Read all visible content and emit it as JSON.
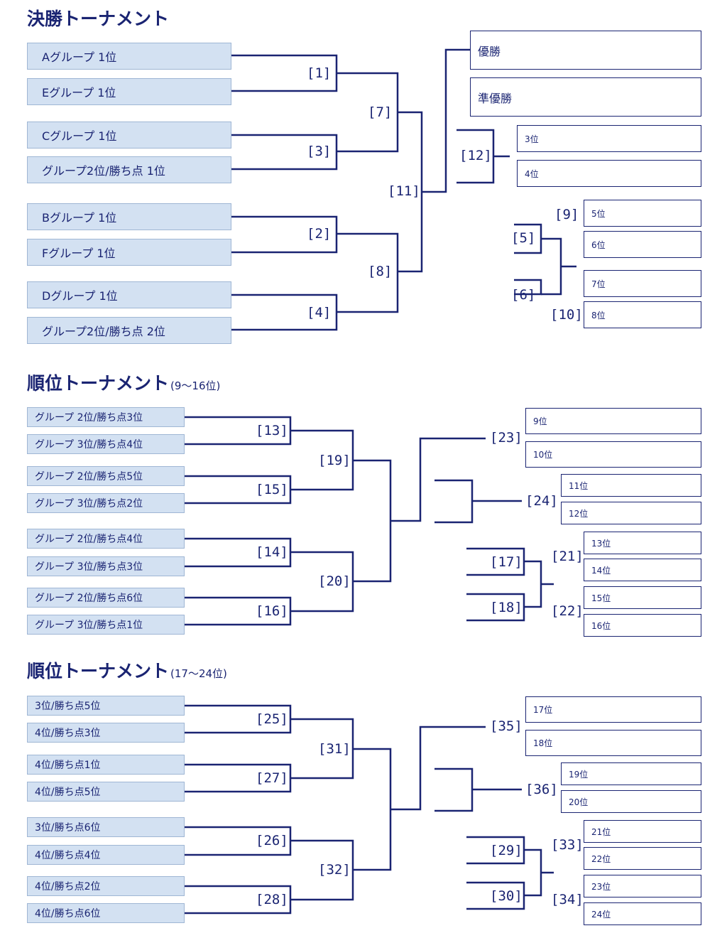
{
  "sections": {
    "final": {
      "title": "決勝トーナメント",
      "note": ""
    },
    "mid": {
      "title": "順位トーナメント",
      "note": "(9〜16位)"
    },
    "low": {
      "title": "順位トーナメント",
      "note": "(17〜24位)"
    }
  },
  "final_teams": [
    "Aグループ 1位",
    "Eグループ 1位",
    "Cグループ 1位",
    "グループ2位/勝ち点 1位",
    "Bグループ 1位",
    "Fグループ 1位",
    "Dグループ 1位",
    "グループ2位/勝ち点 2位"
  ],
  "final_places": [
    "優勝",
    "準優勝",
    "3位",
    "4位",
    "5位",
    "6位",
    "7位",
    "8位"
  ],
  "final_matches": [
    "[1]",
    "[3]",
    "[2]",
    "[4]",
    "[7]",
    "[8]",
    "[11]",
    "[12]",
    "[5]",
    "[6]",
    "[9]",
    "[10]"
  ],
  "mid_teams": [
    "グループ 2位/勝ち点3位",
    "グループ 3位/勝ち点4位",
    "グループ 2位/勝ち点5位",
    "グループ 3位/勝ち点2位",
    "グループ 2位/勝ち点4位",
    "グループ 3位/勝ち点3位",
    "グループ 2位/勝ち点6位",
    "グループ 3位/勝ち点1位"
  ],
  "mid_places": [
    "9位",
    "10位",
    "11位",
    "12位",
    "13位",
    "14位",
    "15位",
    "16位"
  ],
  "mid_matches": [
    "[13]",
    "[15]",
    "[14]",
    "[16]",
    "[19]",
    "[20]",
    "[23]",
    "[24]",
    "[17]",
    "[18]",
    "[21]",
    "[22]"
  ],
  "low_teams": [
    "3位/勝ち点5位",
    "4位/勝ち点3位",
    "4位/勝ち点1位",
    "4位/勝ち点5位",
    "3位/勝ち点6位",
    "4位/勝ち点4位",
    "4位/勝ち点2位",
    "4位/勝ち点6位"
  ],
  "low_places": [
    "17位",
    "18位",
    "19位",
    "20位",
    "21位",
    "22位",
    "23位",
    "24位"
  ],
  "low_matches": [
    "[25]",
    "[27]",
    "[26]",
    "[28]",
    "[31]",
    "[32]",
    "[35]",
    "[36]",
    "[29]",
    "[30]",
    "[33]",
    "[34]"
  ],
  "colors": {
    "line": "#1a2472",
    "team_fill": "#d3e1f2",
    "team_border": "#9fb6d4"
  }
}
